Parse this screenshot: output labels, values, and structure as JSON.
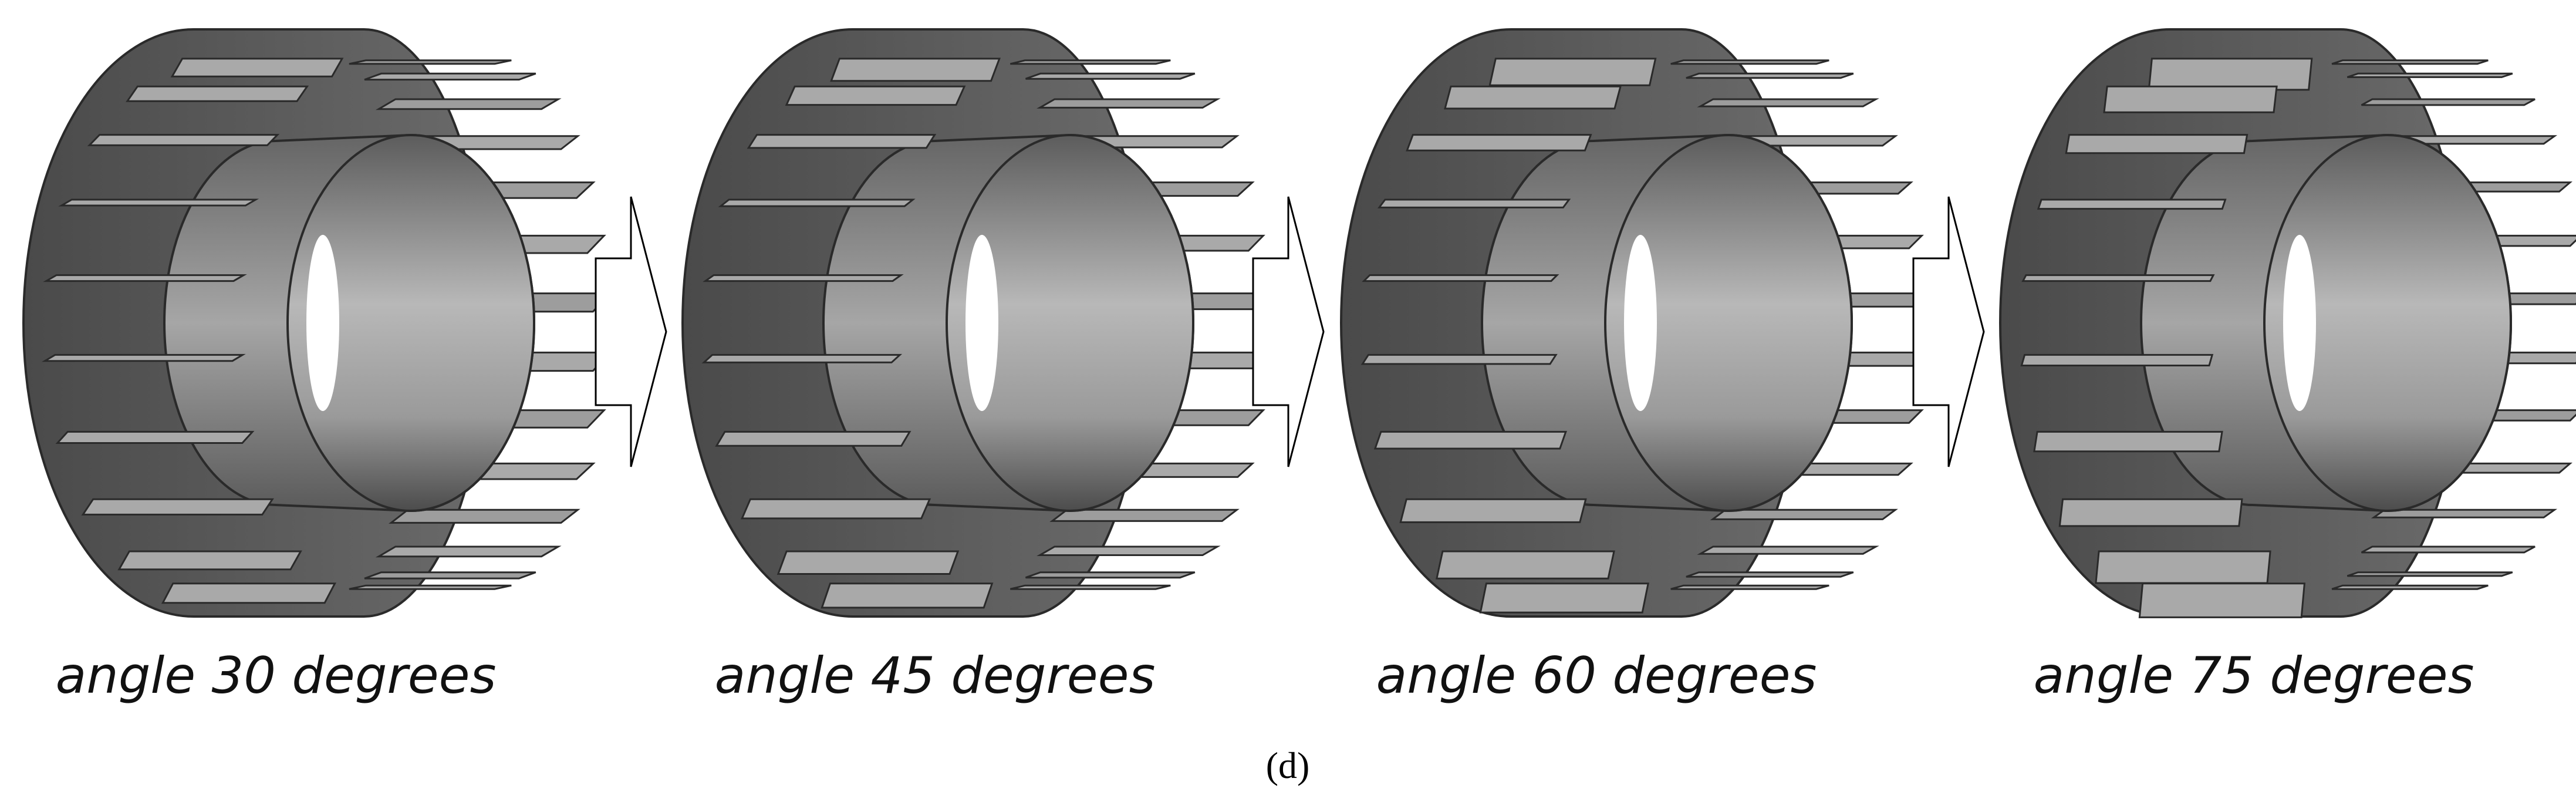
{
  "figure": {
    "panel_label": "(d)",
    "stages": [
      {
        "label": "angle 30 degrees",
        "blade_angle_deg": 30
      },
      {
        "label": "angle 45 degrees",
        "blade_angle_deg": 45
      },
      {
        "label": "angle 60 degrees",
        "blade_angle_deg": 60
      },
      {
        "label": "angle 75 degrees",
        "blade_angle_deg": 75
      }
    ],
    "arrow_count": 3,
    "colors": {
      "blade_light": "#a9a9a9",
      "blade_dark": "#5d5d5d",
      "ring_dark": "#5a5a5a",
      "ring_light": "#b3b3b3",
      "outline": "#2a2a2a",
      "arrow_stroke": "#000000",
      "background": "#ffffff"
    }
  }
}
